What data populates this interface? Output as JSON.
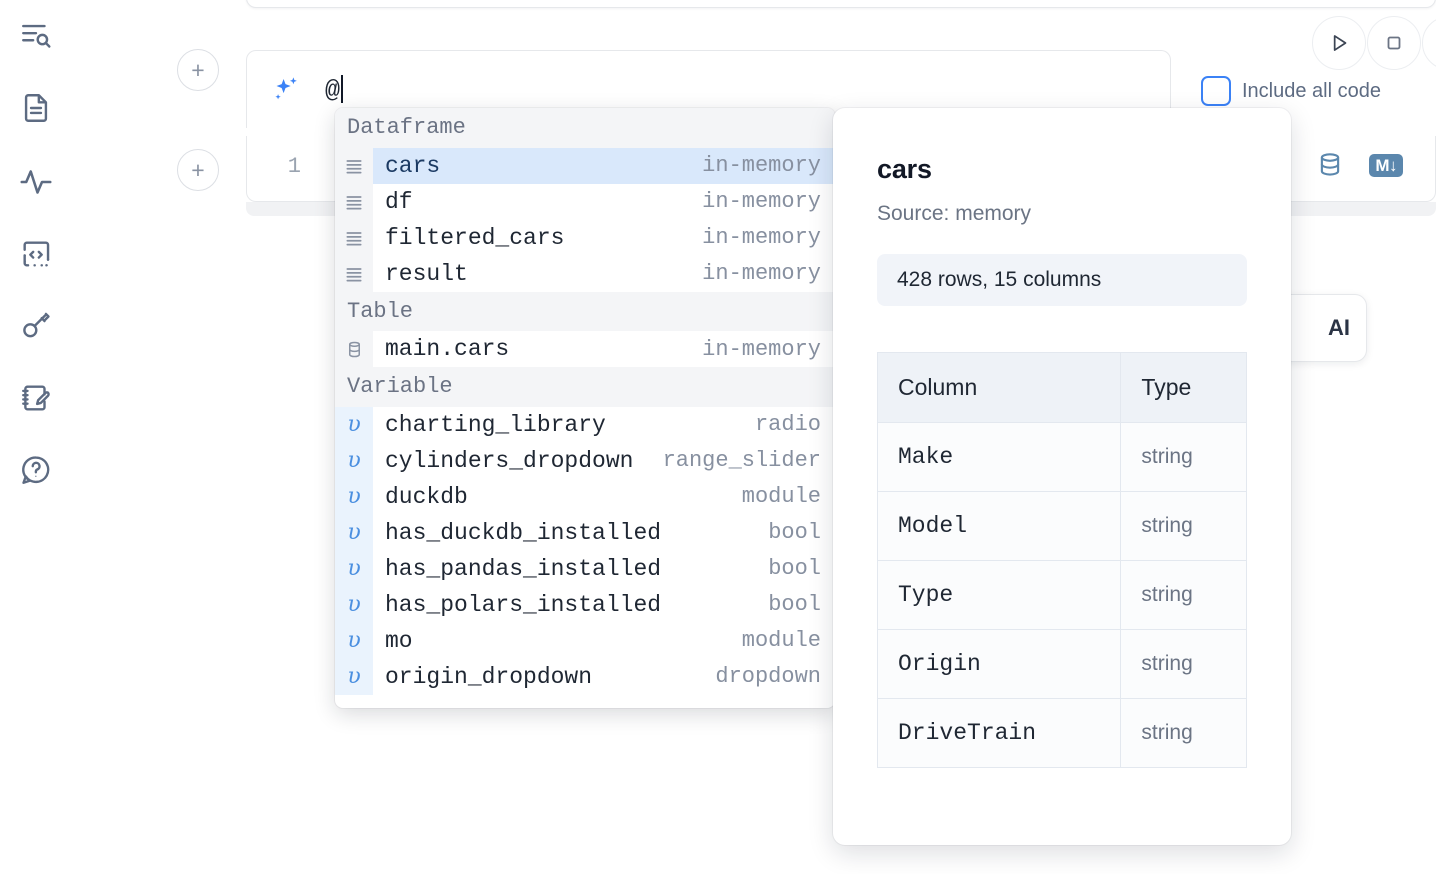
{
  "sidebar": {
    "items": [
      {
        "name": "outline-search-icon",
        "label": "Outline / search"
      },
      {
        "name": "file-explorer-icon",
        "label": "File explorer"
      },
      {
        "name": "activity-icon",
        "label": "Activity"
      },
      {
        "name": "snippets-code-icon",
        "label": "Snippets"
      },
      {
        "name": "secrets-key-icon",
        "label": "Secrets"
      },
      {
        "name": "scratchpad-edit-icon",
        "label": "Scratchpad"
      },
      {
        "name": "help-icon",
        "label": "Help"
      }
    ]
  },
  "toolbar": {
    "add_label": "+",
    "run_label": "Run",
    "stop_label": "Stop",
    "include_all_code_label": "Include all code",
    "accent_color": "#3b82f6"
  },
  "ai_prompt": {
    "icon": "sparkle-icon",
    "value": "@"
  },
  "code_cell": {
    "line_number": "1",
    "sql_icon_label": "database-icon",
    "markdown_badge": "M↓"
  },
  "ai_hint_card": {
    "text": "AI"
  },
  "autocomplete": {
    "groups": [
      {
        "label": "Dataframe",
        "icon": "dataframe-icon",
        "kind": "dataframe",
        "items": [
          {
            "name": "cars",
            "type": "in-memory",
            "selected": true
          },
          {
            "name": "df",
            "type": "in-memory",
            "selected": false
          },
          {
            "name": "filtered_cars",
            "type": "in-memory",
            "selected": false
          },
          {
            "name": "result",
            "type": "in-memory",
            "selected": false
          }
        ]
      },
      {
        "label": "Table",
        "icon": "table-database-icon",
        "kind": "table",
        "items": [
          {
            "name": "main.cars",
            "type": "in-memory",
            "selected": false
          }
        ]
      },
      {
        "label": "Variable",
        "icon": "variable-icon",
        "kind": "variable",
        "items": [
          {
            "name": "charting_library",
            "type": "radio",
            "selected": false
          },
          {
            "name": "cylinders_dropdown",
            "type": "range_slider",
            "selected": false
          },
          {
            "name": "duckdb",
            "type": "module",
            "selected": false
          },
          {
            "name": "has_duckdb_installed",
            "type": "bool",
            "selected": false
          },
          {
            "name": "has_pandas_installed",
            "type": "bool",
            "selected": false
          },
          {
            "name": "has_polars_installed",
            "type": "bool",
            "selected": false
          },
          {
            "name": "mo",
            "type": "module",
            "selected": false
          },
          {
            "name": "origin_dropdown",
            "type": "dropdown",
            "selected": false
          }
        ]
      }
    ],
    "variable_glyph": "υ"
  },
  "doc_panel": {
    "title": "cars",
    "source": "Source: memory",
    "shape": "428 rows, 15 columns",
    "headers": {
      "column": "Column",
      "type": "Type"
    },
    "rows": [
      {
        "column": "Make",
        "type": "string"
      },
      {
        "column": "Model",
        "type": "string"
      },
      {
        "column": "Type",
        "type": "string"
      },
      {
        "column": "Origin",
        "type": "string"
      },
      {
        "column": "DriveTrain",
        "type": "string"
      }
    ]
  }
}
